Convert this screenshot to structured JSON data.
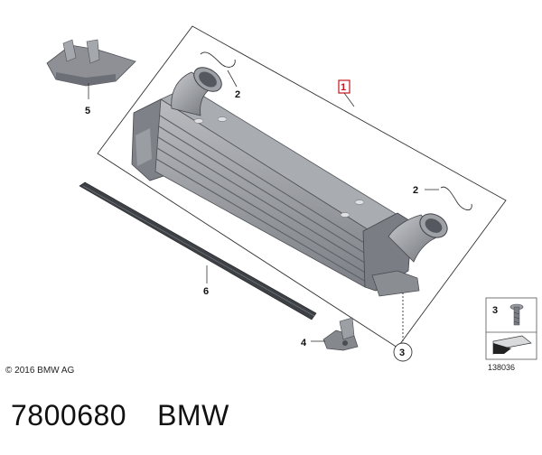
{
  "diagram": {
    "callouts": {
      "part1": "1",
      "part2_top": "2",
      "part2_right": "2",
      "part3": "3",
      "part3_legend": "3",
      "part4": "4",
      "part5": "5",
      "part6": "6"
    },
    "copyright": "© 2016 BMW AG",
    "diagram_number": "138036"
  },
  "caption": {
    "part_number": "7800680",
    "brand": "BMW"
  },
  "colors": {
    "part_grey": "#8e9095",
    "part_dark": "#5d6066",
    "part_light": "#c2c4c8",
    "accent_red": "#c4161c"
  }
}
